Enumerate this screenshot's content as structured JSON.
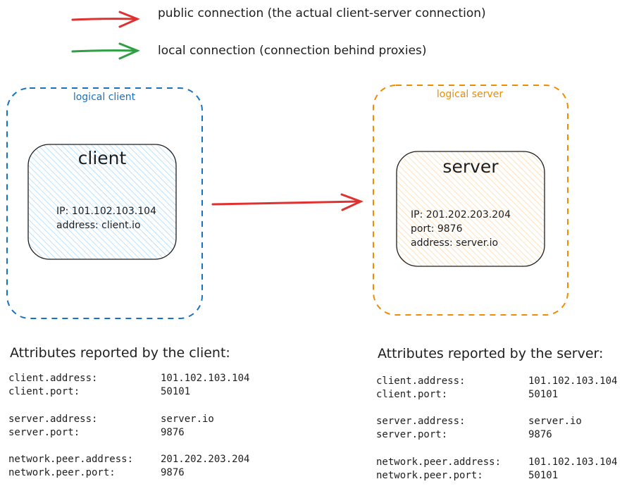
{
  "colors": {
    "public": "#e03131",
    "local": "#2f9e44",
    "client_group": "#1971c2",
    "server_group": "#f08c00",
    "client_fill": "#a5d8ff",
    "server_fill": "#ffc078"
  },
  "legend": [
    {
      "label": "public connection (the actual client-server connection)",
      "color": "#e03131"
    },
    {
      "label": "local connection (connection behind proxies)",
      "color": "#2f9e44"
    }
  ],
  "client_group": {
    "label": "logical client"
  },
  "server_group": {
    "label": "logical server"
  },
  "client_node": {
    "title": "client",
    "lines": [
      "IP: 101.102.103.104",
      "address: client.io"
    ]
  },
  "server_node": {
    "title": "server",
    "lines": [
      "IP: 201.202.203.204",
      "port: 9876",
      "address: server.io"
    ]
  },
  "client_attributes": {
    "heading": "Attributes reported by the client:",
    "rows": [
      {
        "key": "client.address:",
        "value": "101.102.103.104"
      },
      {
        "key": "client.port:",
        "value": "50101"
      },
      {
        "key": "server.address:",
        "value": "server.io"
      },
      {
        "key": "server.port:",
        "value": "9876"
      },
      {
        "key": "network.peer.address:",
        "value": "201.202.203.204"
      },
      {
        "key": "network.peer.port:",
        "value": "9876"
      }
    ]
  },
  "server_attributes": {
    "heading": "Attributes reported by the server:",
    "rows": [
      {
        "key": "client.address:",
        "value": "101.102.103.104"
      },
      {
        "key": "client.port:",
        "value": "50101"
      },
      {
        "key": "server.address:",
        "value": "server.io"
      },
      {
        "key": "server.port:",
        "value": "9876"
      },
      {
        "key": "network.peer.address:",
        "value": "101.102.103.104"
      },
      {
        "key": "network.peer.port:",
        "value": "50101"
      }
    ]
  }
}
